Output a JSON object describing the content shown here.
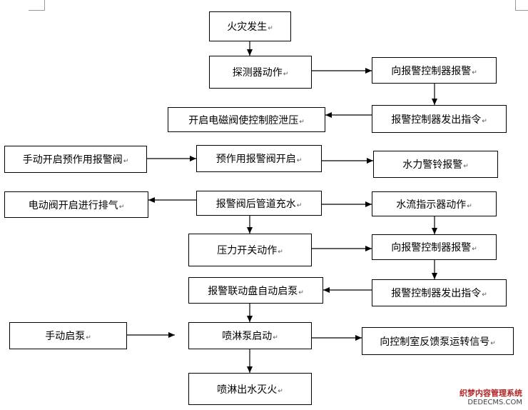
{
  "paragraph_mark": "↵",
  "nodes": {
    "fire": "火灾发生",
    "detector": "探测器动作",
    "alarm_controller_1": "向报警控制器报警",
    "open_solenoid": "开启电磁阀使控制腔泄压",
    "controller_command_1": "报警控制器发出指令",
    "manual_preaction": "手动开启预作用报警阀",
    "preaction_open": "预作用报警阀开启",
    "water_bell": "水力警铃报警",
    "electric_exhaust": "电动阀开启进行排气",
    "pipe_fill": "报警阀后管道充水",
    "flow_indicator": "水流指示器动作",
    "pressure_switch": "压力开关动作",
    "alarm_controller_2": "向报警控制器报警",
    "linkage_pump": "报警联动盘自动启泵",
    "controller_command_2": "报警控制器发出指令",
    "manual_pump": "手动启泵",
    "pump_start": "喷淋泵启动",
    "feedback": "向控制室反馈泵运转信号",
    "extinguish": "喷淋出水灭火"
  },
  "watermark": {
    "line1": "织梦内容管理系统",
    "line2": "DEDECMS.COM"
  }
}
